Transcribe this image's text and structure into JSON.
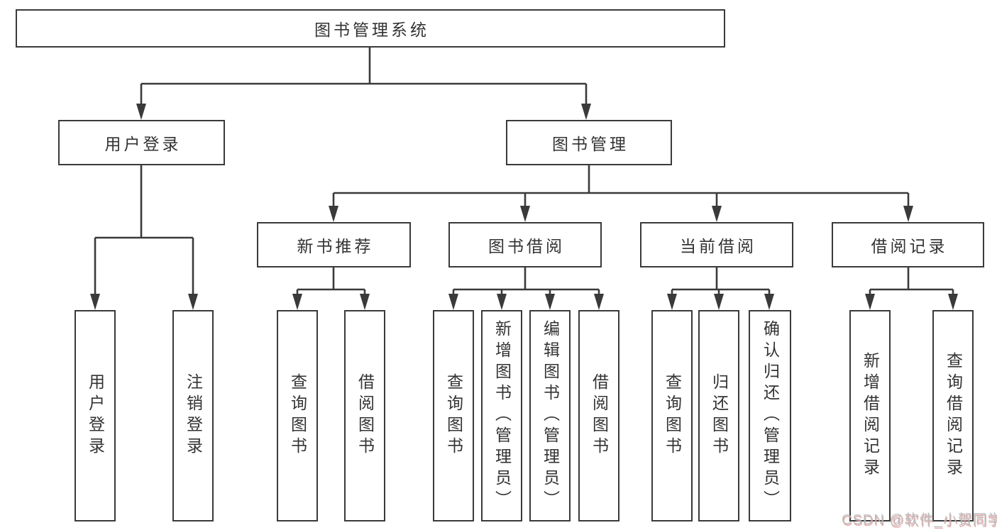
{
  "colors": {
    "line": "#3a3a3a",
    "text": "#333333",
    "background": "#ffffff",
    "watermark_gray": "#b5b5b5",
    "watermark_red": "#e09a9a"
  },
  "root": {
    "label": "图书管理系统"
  },
  "branches": [
    {
      "label": "用户登录",
      "children": [
        {
          "label": "用户登录"
        },
        {
          "label": "注销登录"
        }
      ]
    },
    {
      "label": "图书管理",
      "children": [
        {
          "label": "新书推荐",
          "children": [
            {
              "label": "查询图书"
            },
            {
              "label": "借阅图书"
            }
          ]
        },
        {
          "label": "图书借阅",
          "children": [
            {
              "label": "查询图书"
            },
            {
              "label": "新增图书（管理员）"
            },
            {
              "label": "编辑图书（管理员）"
            },
            {
              "label": "借阅图书"
            }
          ]
        },
        {
          "label": "当前借阅",
          "children": [
            {
              "label": "查询图书"
            },
            {
              "label": "归还图书"
            },
            {
              "label": "确认归还（管理员）"
            }
          ]
        },
        {
          "label": "借阅记录",
          "children": [
            {
              "label": "新增借阅记录"
            },
            {
              "label": "查询借阅记录"
            }
          ]
        }
      ]
    }
  ],
  "watermark": {
    "text": "CSDN @软件_小贺同学"
  }
}
